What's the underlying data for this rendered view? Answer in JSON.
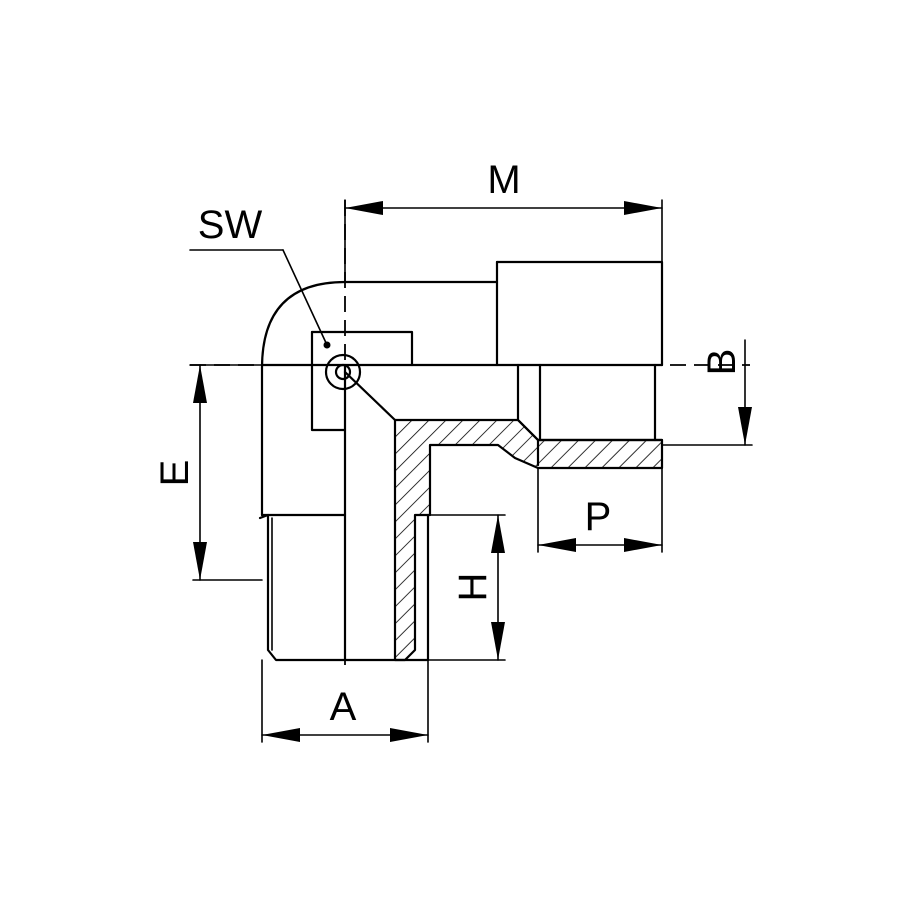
{
  "labels": {
    "sw": "SW",
    "m": "M",
    "b": "B",
    "e": "E",
    "p": "P",
    "h": "H",
    "a": "A"
  }
}
